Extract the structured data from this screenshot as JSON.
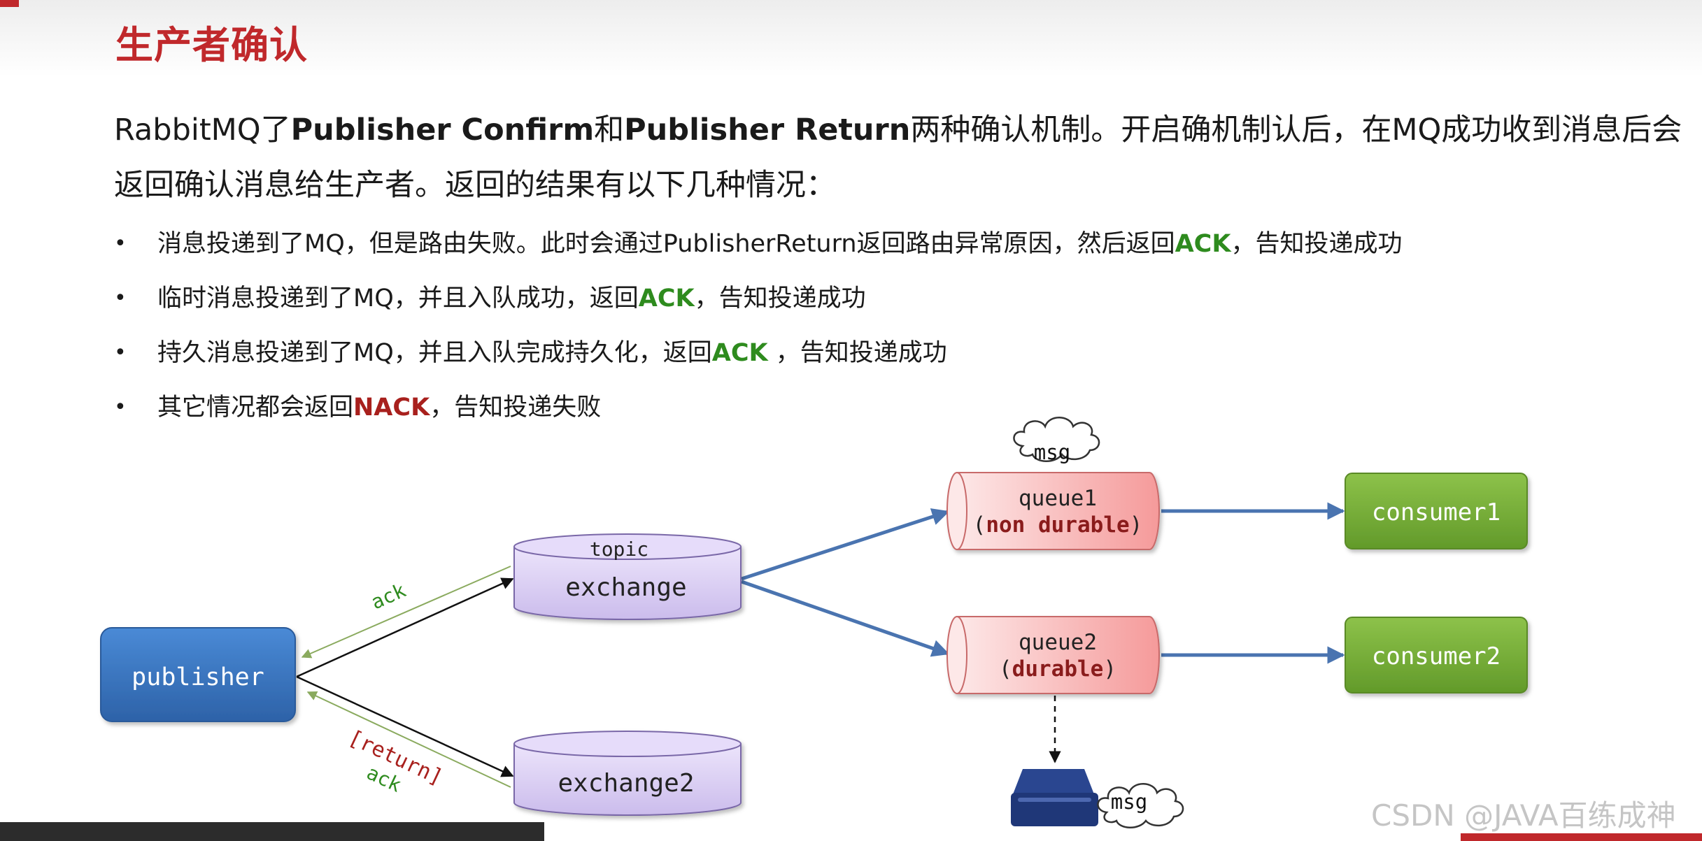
{
  "title": "生产者确认",
  "intro": {
    "p1": "RabbitMQ了",
    "b1": "Publisher Confirm",
    "p2": "和",
    "b2": "Publisher Return",
    "p3": "两种确认机制。开启确机制认后，在MQ成功收到消息后会返回确认消息给生产者。返回的结果有以下几种情况："
  },
  "bullets": [
    {
      "pre": "消息投递到了MQ，但是路由失败。此时会通过PublisherReturn返回路由异常原因，然后返回",
      "tag": "ACK",
      "post": "，告知投递成功"
    },
    {
      "pre": "临时消息投递到了MQ，并且入队成功，返回",
      "tag": "ACK",
      "post": "，告知投递成功"
    },
    {
      "pre": "持久消息投递到了MQ，并且入队完成持久化，返回",
      "tag": "ACK",
      "post": " ，告知投递成功"
    },
    {
      "pre": "其它情况都会返回",
      "tag": "NACK",
      "post": "，告知投递失败"
    }
  ],
  "bullet_symbol": "•",
  "diagram": {
    "publisher": "publisher",
    "exchange_type": "topic",
    "exchange": "exchange",
    "exchange2": "exchange2",
    "queue1_name": "queue1",
    "queue1_open": "(",
    "queue1_mode": "non durable",
    "queue1_close": ")",
    "queue2_name": "queue2",
    "queue2_open": "(",
    "queue2_mode": "durable",
    "queue2_close": ")",
    "consumer1": "consumer1",
    "consumer2": "consumer2",
    "msg_top": "msg",
    "msg_disk": "msg",
    "ack_label_top": "ack",
    "return_label": "[return]",
    "ack_label_bottom": "ack"
  },
  "watermark": "CSDN @JAVA百练成神",
  "colors": {
    "title": "#c0282b",
    "ack": "#2e8b1e",
    "nack": "#a8201d",
    "publisher": "#3a78c2",
    "consumer": "#7ab03a",
    "exchange": "#d8ccf0",
    "queue": "#f7c6c6",
    "arrow_blue": "#4a74b0",
    "arrow_green": "#8aaa5e",
    "disk": "#1f3778"
  }
}
